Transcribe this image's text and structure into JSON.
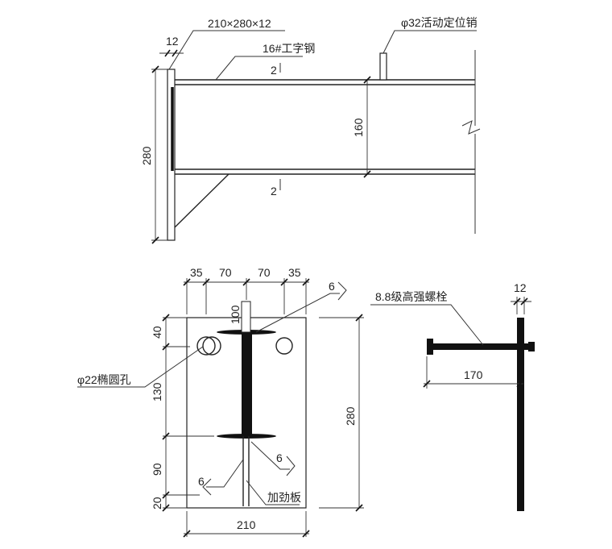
{
  "elevation": {
    "plate_label": "210×280×12",
    "plate_thk": "12",
    "beam_label": "16#工字钢",
    "pin_label": "φ32活动定位销",
    "height_dim": "280",
    "beam_dim": "160",
    "weld_top": "2",
    "weld_bottom": "2"
  },
  "plate_detail": {
    "dims_top": [
      "35",
      "70",
      "70",
      "35"
    ],
    "dims_left": [
      "40",
      "130",
      "90",
      "20"
    ],
    "web_dim": "100",
    "height_dim": "280",
    "width_dim": "210",
    "hole_label": "φ22椭圆孔",
    "stiffener_label": "加劲板",
    "weld_top": "6",
    "weld_mid": "6",
    "weld_low": "6"
  },
  "bolt_detail": {
    "bolt_label": "8.8级高强螺栓",
    "plate_thk": "12",
    "length_dim": "170"
  }
}
